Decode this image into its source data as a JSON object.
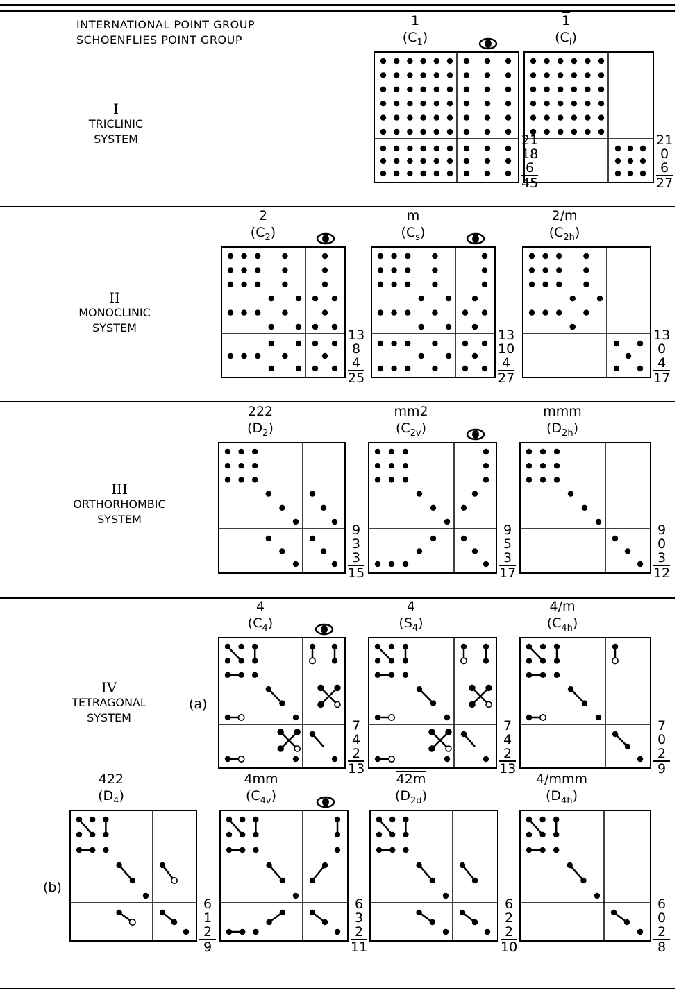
{
  "header": {
    "international_label": "INTERNATIONAL POINT GROUP",
    "schoenflies_label": "SCHOENFLIES POINT GROUP"
  },
  "systems": [
    {
      "numeral": "I",
      "name1": "TRICLINIC",
      "name2": "SYSTEM"
    },
    {
      "numeral": "II",
      "name1": "MONOCLINIC",
      "name2": "SYSTEM"
    },
    {
      "numeral": "III",
      "name1": "ORTHORHOMBIC",
      "name2": "SYSTEM"
    },
    {
      "numeral": "IV",
      "name1": "TETRAGONAL",
      "name2": "SYSTEM"
    }
  ],
  "tags": {
    "a": "(a)",
    "b": "(b)"
  },
  "groups": [
    {
      "intl": "1",
      "schoen_base": "C",
      "schoen_sub": "1",
      "counts": [
        "21",
        "18",
        "6",
        "45"
      ]
    },
    {
      "intl": "1",
      "schoen_base": "C",
      "schoen_sub": "i",
      "counts": [
        "21",
        "0",
        "6",
        "27"
      ]
    },
    {
      "intl": "2",
      "schoen_base": "C",
      "schoen_sub": "2",
      "counts": [
        "13",
        "8",
        "4",
        "25"
      ]
    },
    {
      "intl": "m",
      "schoen_base": "C",
      "schoen_sub": "s",
      "counts": [
        "13",
        "10",
        "4",
        "27"
      ]
    },
    {
      "intl": "2/m",
      "schoen_base": "C",
      "schoen_sub": "2h",
      "counts": [
        "13",
        "0",
        "4",
        "17"
      ]
    },
    {
      "intl": "222",
      "schoen_base": "D",
      "schoen_sub": "2",
      "counts": [
        "9",
        "3",
        "3",
        "15"
      ]
    },
    {
      "intl": "mm2",
      "schoen_base": "C",
      "schoen_sub": "2v",
      "counts": [
        "9",
        "5",
        "3",
        "17"
      ]
    },
    {
      "intl": "mmm",
      "schoen_base": "D",
      "schoen_sub": "2h",
      "counts": [
        "9",
        "0",
        "3",
        "12"
      ]
    },
    {
      "intl": "4",
      "schoen_base": "C",
      "schoen_sub": "4",
      "counts": [
        "7",
        "4",
        "2",
        "13"
      ]
    },
    {
      "intl": "4",
      "schoen_base": "S",
      "schoen_sub": "4",
      "counts": [
        "7",
        "4",
        "2",
        "13"
      ]
    },
    {
      "intl": "4/m",
      "schoen_base": "C",
      "schoen_sub": "4h",
      "counts": [
        "7",
        "0",
        "2",
        "9"
      ]
    },
    {
      "intl": "422",
      "schoen_base": "D",
      "schoen_sub": "4",
      "counts": [
        "6",
        "1",
        "2",
        "9"
      ]
    },
    {
      "intl": "4mm",
      "schoen_base": "C",
      "schoen_sub": "4v",
      "counts": [
        "6",
        "3",
        "2",
        "11"
      ]
    },
    {
      "intl": "42m",
      "schoen_base": "D",
      "schoen_sub": "2d",
      "counts": [
        "6",
        "2",
        "2",
        "10"
      ]
    },
    {
      "intl": "4/mmm",
      "schoen_base": "D",
      "schoen_sub": "4h",
      "counts": [
        "6",
        "0",
        "2",
        "8"
      ]
    }
  ],
  "colors": {
    "ink": "#000000",
    "paper": "#ffffff"
  },
  "icons": {
    "polar_marker": "eye-icon",
    "filled_dot": "dot-filled",
    "open_dot": "dot-open"
  }
}
